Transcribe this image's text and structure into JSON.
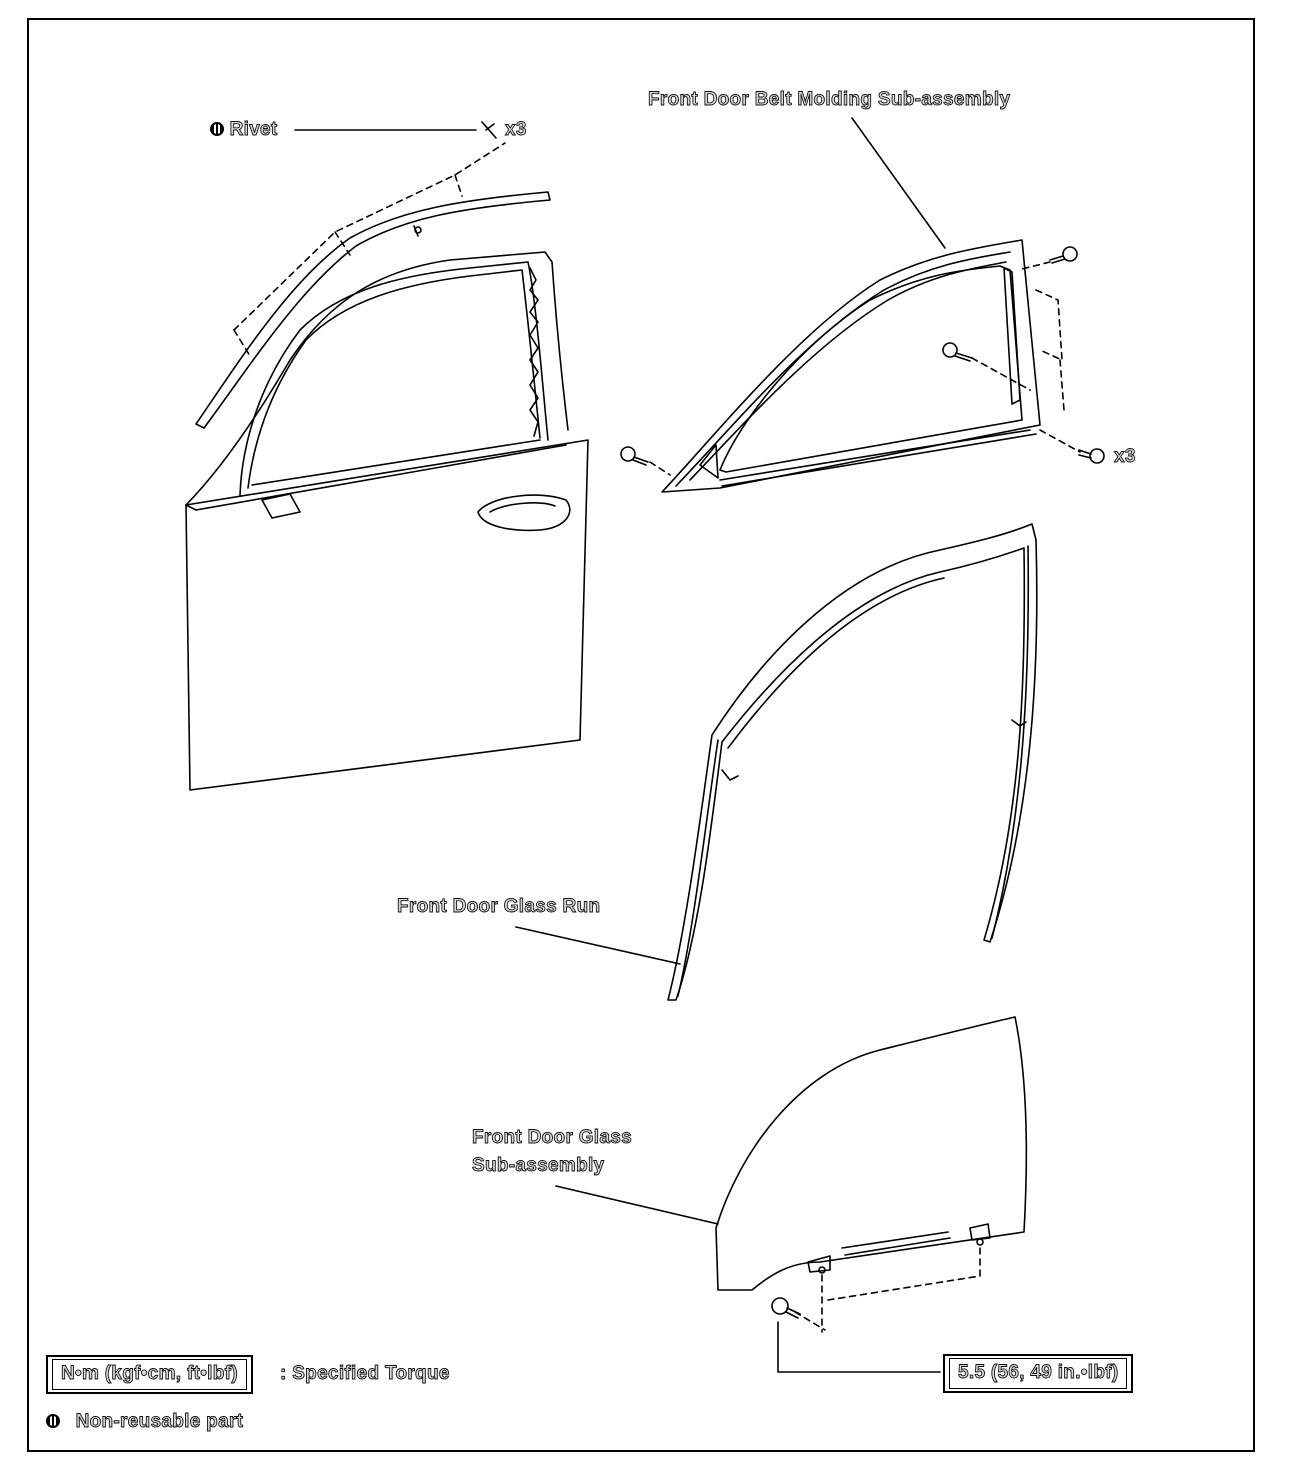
{
  "labels": {
    "rivet": "Rivet",
    "rivet_qty": "x3",
    "belt_molding": "Front Door Belt Molding Sub-assembly",
    "screw_qty": "x3",
    "glass_run": "Front Door Glass Run",
    "glass_line1": "Front Door Glass",
    "glass_line2": "Sub-assembly",
    "torque_value": "5.5 (56, 49 in.•lbf)"
  },
  "legend": {
    "torque_unit": "N•m (kgf•cm, ft•lbf)",
    "torque_text": ": Specified Torque",
    "nonreusable_text": "Non-reusable part"
  },
  "icons": {
    "nonreusable": "non-reusable-part-icon"
  }
}
